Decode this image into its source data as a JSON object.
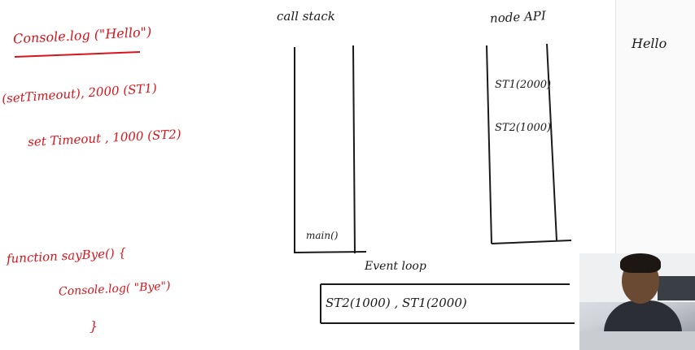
{
  "left_code": {
    "line1": "Console.log (\"Hello\")",
    "line2": "(setTimeout), 2000 (ST1)",
    "line3": "set Timeout , 1000 (ST2)",
    "line4": "function sayBye() {",
    "line5": "Console.log( \"Bye\")",
    "line6": "}"
  },
  "call_stack": {
    "title": "call stack",
    "item": "main()"
  },
  "node_api": {
    "title": "node API",
    "items": [
      "ST1(2000)",
      "ST2(1000)"
    ]
  },
  "event_loop": {
    "title": "Event loop",
    "queue_text": "ST2(1000) ,  ST1(2000)"
  },
  "console_output": {
    "text": "Hello"
  },
  "colors": {
    "ink_red": "#d8141c",
    "ink_black": "#1a1a1a"
  }
}
